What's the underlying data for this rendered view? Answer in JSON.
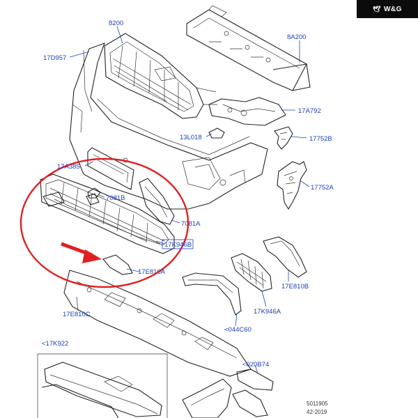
{
  "brand": {
    "text": "W&G",
    "mark_icon": "wing-logo-icon"
  },
  "labels": {
    "l8200": "8200",
    "l8A200": "8A200",
    "l17D957": "17D957",
    "l17A792": "17A792",
    "l13L018": "13L018",
    "l17752B": "17752B",
    "l17A385": "17A385",
    "l17752A": "17752A",
    "l7081B": "7081B",
    "l7081A": "7081A",
    "l17K946B": "17K946B",
    "l17E810A": "17E810A",
    "l17E810B": "17E810B",
    "l17K946A": "17K946A",
    "l17E810C": "17E810C",
    "l044C60": "<044C60",
    "l17K922": "<17K922",
    "l020B74": "<020B74"
  },
  "reference": {
    "number": "5011905",
    "date": "42-2019"
  },
  "colors": {
    "label": "#1d3fb8",
    "highlight": "#e02020",
    "line": "#222222"
  }
}
